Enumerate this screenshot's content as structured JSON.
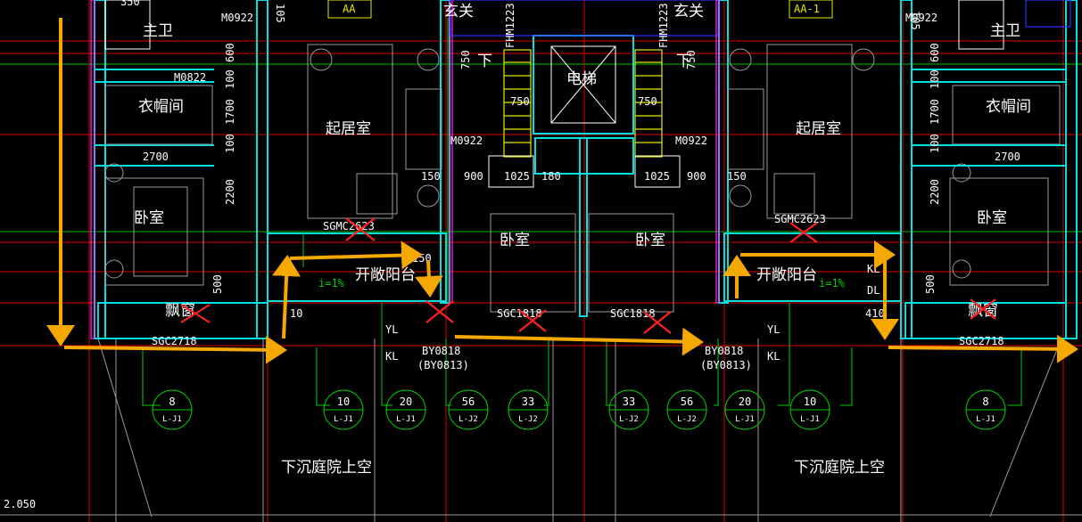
{
  "drawing": {
    "left_unit": {
      "tag": "AA",
      "rooms": {
        "master_bath": "主卫",
        "closet": "衣帽间",
        "bedroom": "卧室",
        "living": "起居室",
        "balcony": "开敞阳台",
        "bay_window": "飘窗",
        "foyer": "玄关",
        "bedroom_center": "卧室"
      },
      "doors": {
        "d1": "M0922",
        "d2": "M0822",
        "d3": "M0922"
      },
      "windows": {
        "sgmc": "SGMC2623",
        "sgc_bay": "SGC2718",
        "sgc_center": "SGC1818",
        "by": "BY0818",
        "by_alt": "(BY0813)"
      },
      "dims": {
        "d600": "600",
        "d100a": "100",
        "d1700": "1700",
        "d100b": "100",
        "d2200": "2200",
        "d2700": "2700",
        "d500": "500",
        "d10": "10",
        "d150a": "150",
        "d150b": "150",
        "d900": "900",
        "d1025": "1025",
        "d180": "180",
        "d750a": "750",
        "d750b": "750"
      },
      "slope": "i=1%",
      "labels": {
        "yl": "YL",
        "kl": "KL"
      }
    },
    "right_unit": {
      "tag": "AA-1",
      "rooms": {
        "master_bath": "主卫",
        "closet": "衣帽间",
        "bedroom": "卧室",
        "living": "起居室",
        "balcony": "开敞阳台",
        "bay_window": "飘窗",
        "foyer": "玄关",
        "bedroom_center": "卧室"
      },
      "doors": {
        "d1": "M0922",
        "d3": "M0922"
      },
      "windows": {
        "sgmc": "SGMC2623",
        "sgc_bay": "SGC2718",
        "sgc_center": "SGC1818",
        "by": "BY0818",
        "by_alt": "(BY0813)"
      },
      "dims": {
        "d600": "600",
        "d100a": "100",
        "d1700": "1700",
        "d100b": "100",
        "d2200": "2200",
        "d2700": "2700",
        "d500": "500",
        "d410": "410",
        "d150": "150",
        "d900": "900",
        "d1025": "1025",
        "d750a": "750",
        "d750b": "750"
      },
      "slope": "i=1%",
      "labels": {
        "yl": "YL",
        "kl": "KL",
        "kl2": "KL",
        "dl": "DL"
      }
    },
    "core": {
      "elevator": "电梯",
      "door_left": "FHM1223",
      "door_right": "FHM1223",
      "stair_down_left": "下",
      "stair_down_right": "下"
    },
    "courtyard": {
      "left": "下沉庭院上空",
      "right": "下沉庭院上空"
    },
    "elevation": "2.050",
    "top_dim_left": "350",
    "top_dim_right": "105",
    "top_dim_right2": "105",
    "beams": [
      {
        "num": "8",
        "ref": "L-J1"
      },
      {
        "num": "10",
        "ref": "L-J1"
      },
      {
        "num": "20",
        "ref": "L-J1"
      },
      {
        "num": "56",
        "ref": "L-J2"
      },
      {
        "num": "33",
        "ref": "L-J2"
      },
      {
        "num": "33",
        "ref": "L-J2"
      },
      {
        "num": "56",
        "ref": "L-J2"
      },
      {
        "num": "20",
        "ref": "L-J1"
      },
      {
        "num": "10",
        "ref": "L-J1"
      },
      {
        "num": "8",
        "ref": "L-J1"
      }
    ],
    "colors": {
      "wall": "#00e0e0",
      "axis": "#e00000",
      "annotation_arrow": "#f5a800",
      "cross_mark": "#ff2020"
    }
  }
}
